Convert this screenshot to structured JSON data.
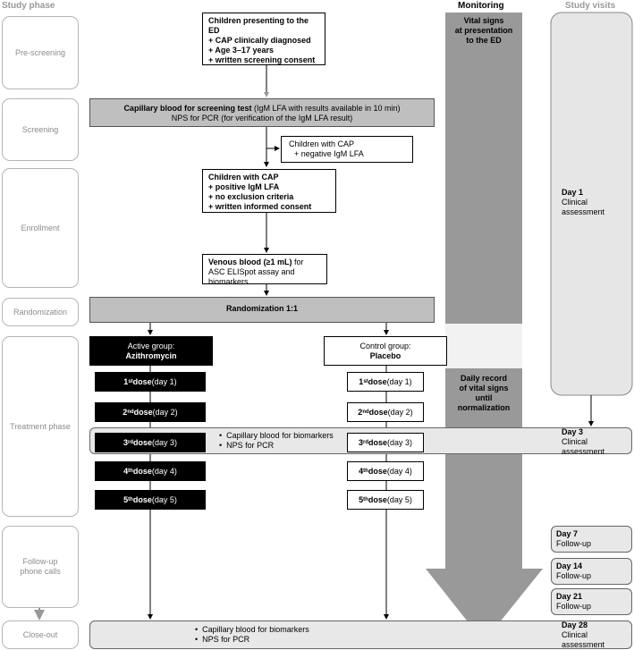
{
  "headers": {
    "study_phase": "Study phase",
    "monitoring": "Monitoring",
    "study_visits": "Study visits"
  },
  "phases": [
    "Pre-screening",
    "Screening",
    "Enrollment",
    "Randomization",
    "Treatment phase",
    "Follow-up phone calls",
    "Close-out"
  ],
  "presenting": {
    "line1": "Children presenting to the ED",
    "line2": "+ CAP clinically diagnosed",
    "line3": "+ Age 3–17 years",
    "line4": "+ written screening consent"
  },
  "screening_test": {
    "bold": "Capillary blood for screening test",
    "rest": " (IgM LFA with results available in 10 min)",
    "line2": "NPS for PCR (for verification of the IgM LFA result)"
  },
  "negative": {
    "line1": "Children with CAP",
    "line2": "+ negative IgM LFA"
  },
  "enrolled": {
    "line1": "Children with CAP",
    "line2": "+ positive IgM LFA",
    "line3": "+ no exclusion criteria",
    "line4": "+ written informed consent"
  },
  "venous": {
    "bold": "Venous blood (≥1 mL)",
    "rest": " for ASC ELISpot assay and biomarkers"
  },
  "randomization": "Randomization 1:1",
  "active_group": {
    "line1": "Active group:",
    "line2": "Azithromycin"
  },
  "control_group": {
    "line1": "Control group:",
    "line2": "Placebo"
  },
  "doses": [
    {
      "ord": "1",
      "sup": "st",
      "word": " dose",
      "day": " (day 1)"
    },
    {
      "ord": "2",
      "sup": "nd",
      "word": " dose",
      "day": " (day 2)"
    },
    {
      "ord": "3",
      "sup": "rd",
      "word": " dose",
      "day": " (day 3)"
    },
    {
      "ord": "4",
      "sup": "th",
      "word": " dose",
      "day": " (day 4)"
    },
    {
      "ord": "5",
      "sup": "th",
      "word": " dose",
      "day": " (day 5)"
    }
  ],
  "day3_samples": [
    "Capillary blood for biomarkers",
    "NPS for PCR"
  ],
  "closeout_samples": [
    "Capillary blood for biomarkers",
    "NPS for PCR"
  ],
  "monitoring": {
    "vital_signs": {
      "line1": "Vital signs",
      "line2": "at presentation",
      "line3": "to the ED"
    },
    "daily": {
      "line1": "Daily record",
      "line2": "of vital signs",
      "line3": "until",
      "line4": "normalization"
    }
  },
  "visits": {
    "day1": {
      "day": "Day 1",
      "desc1": "Clinical",
      "desc2": "assessment"
    },
    "day3": {
      "day": "Day 3",
      "desc1": "Clinical",
      "desc2": "assessment"
    },
    "day7": {
      "day": "Day 7",
      "desc1": "Follow-up"
    },
    "day14": {
      "day": "Day 14",
      "desc1": "Follow-up"
    },
    "day21": {
      "day": "Day 21",
      "desc1": "Follow-up"
    },
    "day28": {
      "day": "Day 28",
      "desc1": "Clinical",
      "desc2": "assessment"
    }
  },
  "colors": {
    "arrow_grey": "#999999",
    "box_grey": "#bfbfbf",
    "band_grey": "#e8e8e8",
    "phase_border": "#b5b5b5"
  }
}
